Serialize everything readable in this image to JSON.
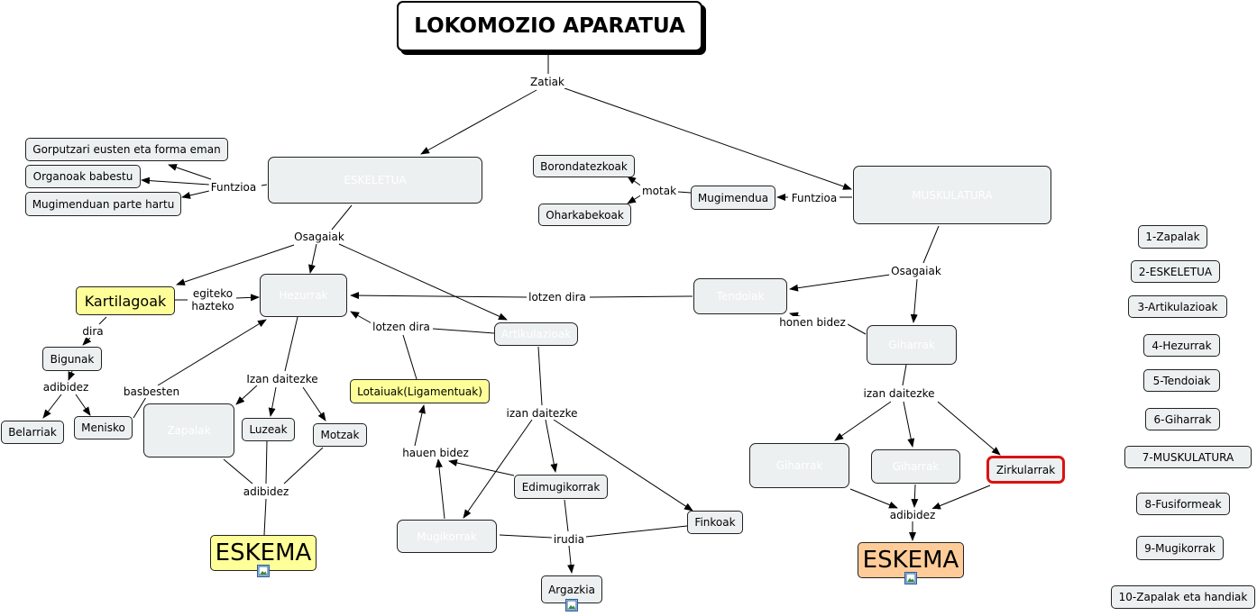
{
  "title": "LOKOMOZIO APARATUA",
  "nodes": {
    "eskeletua": "ESKELETUA",
    "muskulatura": "MUSKULATURA",
    "gorputzari": "Gorputzari eusten eta forma eman",
    "organoak": "Organoak babestu",
    "mugimenduan": "Mugimenduan parte hartu",
    "borondatezkoak": "Borondatezkoak",
    "oharkabekoak": "Oharkabekoak",
    "mugimendua": "Mugimendua",
    "kartilagoak": "Kartilagoak",
    "hezurrak": "Hezurrak",
    "artikulazioak": "Artikulazioak",
    "tendoiak": "Tendoiak",
    "giharrak": "Giharrak",
    "bigunak": "Bigunak",
    "belarriak": "Belarriak",
    "menisko": "Menisko",
    "zapalak": "Zapalak",
    "luzeak": "Luzeak",
    "motzak": "Motzak",
    "lotaiuak": "Lotaiuak(Ligamentuak)",
    "edimugikorrak": "Edimugikorrak",
    "finkoak": "Finkoak",
    "mugikorrak": "Mugikorrak",
    "argazkia": "Argazkia",
    "eskema1": "ESKEMA",
    "eskema2": "ESKEMA",
    "giharrak_a": "Giharrak",
    "giharrak_b": "Giharrak",
    "zirkularrak": "Zirkularrak"
  },
  "links": {
    "zatiak": "Zatiak",
    "funtzioa1": "Funtzioa",
    "funtzioa2": "Funtzioa",
    "motak": "motak",
    "osagaiak1": "Osagaiak",
    "osagaiak2": "Osagaiak",
    "egiteko": "egiteko",
    "hazteko": "hazteko",
    "dira": "dira",
    "adibidez1": "adibidez",
    "basbesten": "basbesten",
    "izan1": "Izan daitezke",
    "adibidez2": "adibidez",
    "lotzen1": "lotzen dira",
    "lotzen2": "lotzen dira",
    "honen": "honen bidez",
    "izan2": "izan daitezke",
    "hauen": "hauen bidez",
    "irudia": "irudia",
    "izan3": "izan daitezke",
    "adibidez3": "adibidez"
  },
  "legend": [
    "1-Zapalak",
    "2-ESKELETUA",
    "3-Artikulazioak",
    "4-Hezurrak",
    "5-Tendoiak",
    "6-Giharrak",
    "7-MUSKULATURA",
    "8-Fusiformeak",
    "9-Mugikorrak",
    "10-Zapalak eta handiak"
  ],
  "colors": {
    "node_fill": "#ecf0f1",
    "yellow": "#ffff99",
    "orange": "#ffcc99",
    "highlight_border": "#dd1111"
  }
}
